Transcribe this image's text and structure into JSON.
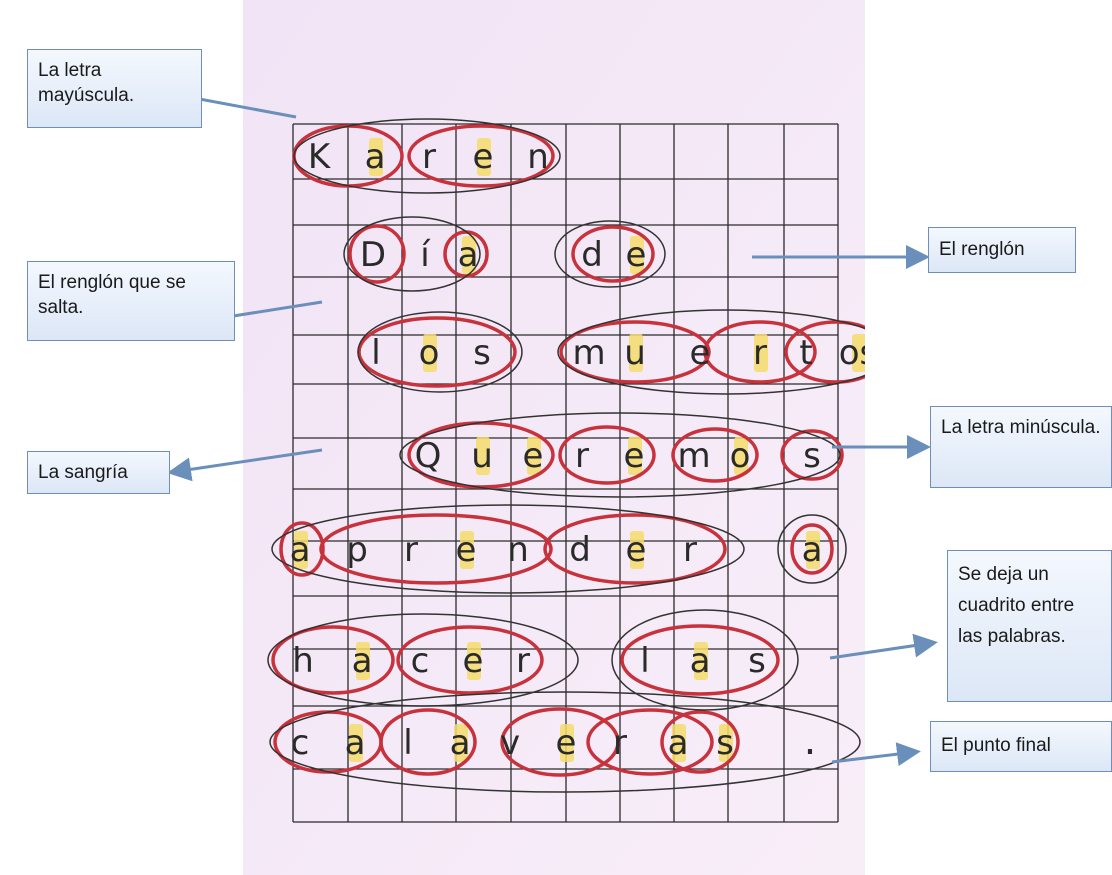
{
  "callouts": {
    "capital_letter": "La letra mayúscula.",
    "skipped_line": "El renglón que se salta.",
    "indent": "La sangría",
    "line": "El renglón",
    "lowercase_letter": "La letra minúscula.",
    "space_between_words": "Se deja un cuadrito entre las palabras.",
    "final_period": "El punto final"
  },
  "handwriting": {
    "line1": [
      "K",
      "a",
      "r",
      "e",
      "n"
    ],
    "line2": [
      "D",
      "í",
      "a",
      "d",
      "e"
    ],
    "line3": [
      "l",
      "o",
      "s",
      "m",
      "u",
      "e",
      "r",
      "t",
      "os"
    ],
    "line4": [
      "Q",
      "u",
      "e",
      "r",
      "e",
      "m",
      "o",
      "s"
    ],
    "line5": [
      "a",
      "p",
      "r",
      "e",
      "n",
      "d",
      "e",
      "r",
      "a"
    ],
    "line6": [
      "h",
      "a",
      "c",
      "e",
      "r",
      "l",
      "a",
      "s"
    ],
    "line7": [
      "c",
      "a",
      "l",
      "a",
      "v",
      "e",
      "r",
      "a",
      "s",
      "."
    ]
  },
  "colors": {
    "arrow": "#6a8fba",
    "callout_border": "#6f8fb8",
    "red_circle": "#c8323c",
    "highlight": "#f4dc6a",
    "paper": "#f3e8f6"
  }
}
